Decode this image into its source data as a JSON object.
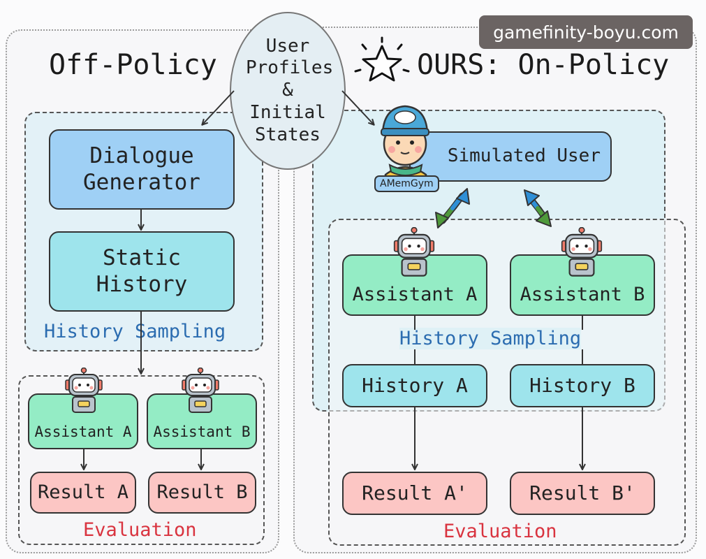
{
  "watermark": "gamefinity-boyu.com",
  "left": {
    "title": "Off-Policy",
    "dialogue_generator": "Dialogue Generator",
    "static_history": "Static History",
    "history_sampling": "History Sampling",
    "assistant_a": "Assistant A",
    "assistant_b": "Assistant B",
    "result_a": "Result A",
    "result_b": "Result B",
    "evaluation": "Evaluation"
  },
  "center": {
    "user_profiles": "User Profiles & Initial States"
  },
  "right": {
    "title": "OURS: On-Policy",
    "simulated_user": "Simulated User",
    "amemgym_badge": "AMemGym",
    "assistant_a": "Assistant A",
    "assistant_b": "Assistant B",
    "history_sampling": "History Sampling",
    "history_a": "History A",
    "history_b": "History B",
    "result_a": "Result A'",
    "result_b": "Result B'",
    "evaluation": "Evaluation"
  },
  "colors": {
    "blue_box": "#9fd0f5",
    "cyan_box": "#9ee4ec",
    "green_box": "#94ecc5",
    "red_box": "#fcc6c4",
    "sampling_label": "#2b6cb0",
    "evaluation_label": "#d9333f",
    "arrow_blue": "#2f8fd6",
    "arrow_green": "#4f9a3b"
  }
}
